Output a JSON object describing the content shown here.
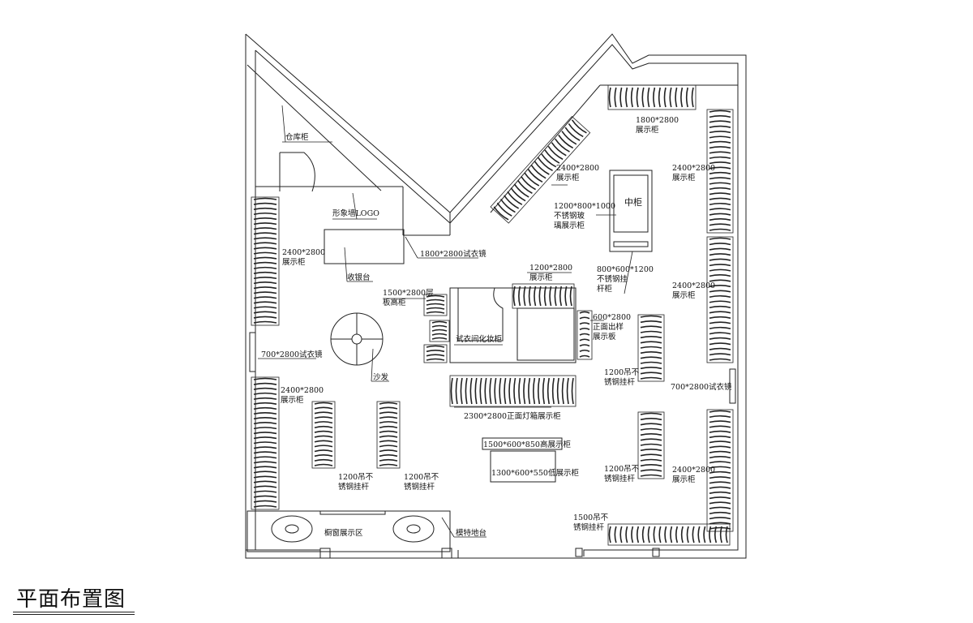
{
  "page_title": "平面布置图",
  "colors": {
    "line": "#222222",
    "background": "#ffffff"
  },
  "labels": {
    "warehouse": "仓库柜",
    "logo_wall": "形象墙LOGO",
    "cashier": "收银台",
    "mirror_1800": "1800*2800试衣镜",
    "display_left_top_1": "2400*2800",
    "display_left_top_2": "展示柜",
    "mirror_left": "700*2800试衣镜",
    "sofa": "沙发",
    "display_left_bottom_1": "2400*2800",
    "display_left_bottom_2": "展示柜",
    "rail_a_1": "1200吊不",
    "rail_a_2": "锈钢挂杆",
    "rail_b_1": "1200吊不",
    "rail_b_2": "锈钢挂杆",
    "window_display": "橱窗展示区",
    "model_stage": "模特地台",
    "shelf_high_1": "1500*2800层",
    "shelf_high_2": "板高柜",
    "fitting_room": "试衣间化妆柜",
    "lightbox_cabinet": "2300*2800正面灯箱展示柜",
    "high_display": "1500*600*850高展示柜",
    "low_display": "1300*600*550低展示柜",
    "display_center_1": "1200*2800",
    "display_center_2": "展示柜",
    "sample_board_1": "600*2800",
    "sample_board_2": "正面出样",
    "sample_board_3": "展示板",
    "glass_cabinet_1": "1200*800*1000",
    "glass_cabinet_2": "不锈钢玻",
    "glass_cabinet_3": "璃展示柜",
    "center_cabinet": "中柜",
    "rail_hanger_1": "800*600*1200",
    "rail_hanger_2": "不锈钢挂",
    "rail_hanger_3": "杆柜",
    "display_diag_1": "2400*2800",
    "display_diag_2": "展示柜",
    "display_top_1": "1800*2800",
    "display_top_2": "展示柜",
    "display_right_1_1": "2400*2800",
    "display_right_1_2": "展示柜",
    "display_right_2_1": "2400*2800",
    "display_right_2_2": "展示柜",
    "display_right_3_1": "2400*2800",
    "display_right_3_2": "展示柜",
    "rail_right_1_1": "1200吊不",
    "rail_right_1_2": "锈钢挂杆",
    "rail_right_2_1": "1200吊不",
    "rail_right_2_2": "锈钢挂杆",
    "mirror_right": "700*2800试衣镜",
    "rail_bottom_1": "1500吊不",
    "rail_bottom_2": "锈钢挂杆"
  }
}
